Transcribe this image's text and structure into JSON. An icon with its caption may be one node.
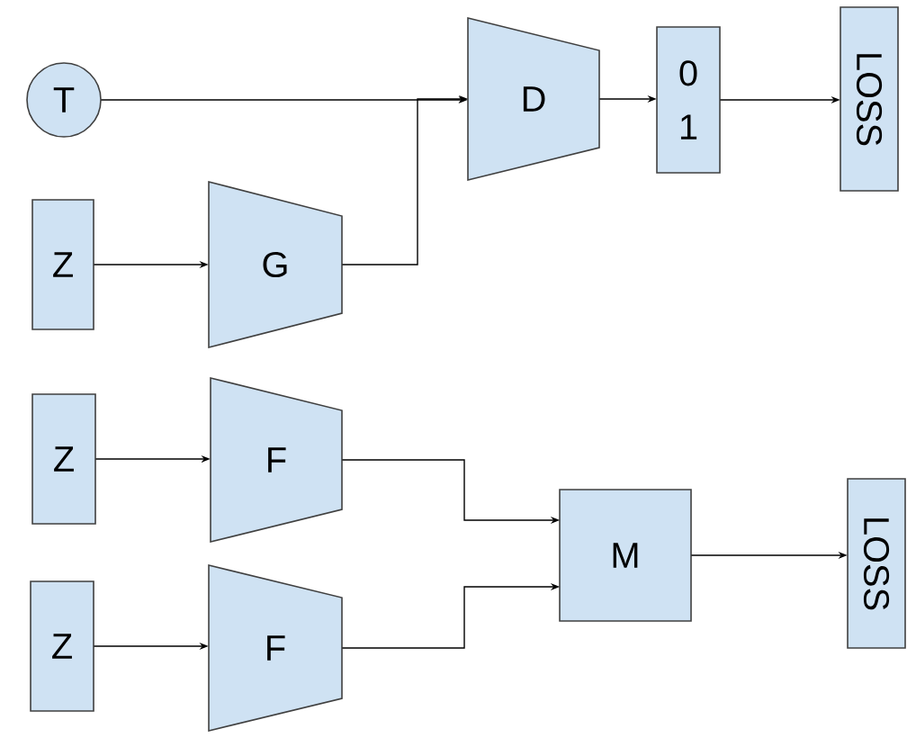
{
  "diagram": {
    "nodes": [
      {
        "text": [
          "T"
        ]
      },
      {
        "text": [
          "D"
        ]
      },
      {
        "text": [
          "0 1"
        ]
      },
      {
        "text": [
          "LOSS"
        ]
      },
      {
        "text": [
          "Z"
        ]
      },
      {
        "text": [
          "G"
        ]
      },
      {
        "text": [
          "Z"
        ]
      },
      {
        "text": [
          "F"
        ]
      },
      {
        "text": [
          "Z"
        ]
      },
      {
        "text": [
          "F"
        ]
      },
      {
        "text": [
          "M"
        ]
      },
      {
        "text": [
          "LOSS"
        ]
      }
    ],
    "edges": [
      {
        "from": 0,
        "to": 1,
        "arrow": "to"
      },
      {
        "from": 5,
        "to": 1,
        "arrow": "to"
      },
      {
        "from": 1,
        "to": 2,
        "arrow": "to"
      },
      {
        "from": 2,
        "to": 3,
        "arrow": "to"
      },
      {
        "from": 4,
        "to": 5,
        "arrow": "to"
      },
      {
        "from": 6,
        "to": 7,
        "arrow": "to"
      },
      {
        "from": 8,
        "to": 9,
        "arrow": "to"
      },
      {
        "from": 7,
        "to": 10,
        "arrow": "to"
      },
      {
        "from": 9,
        "to": 10,
        "arrow": "to"
      },
      {
        "from": 10,
        "to": 11,
        "arrow": "to"
      }
    ]
  }
}
